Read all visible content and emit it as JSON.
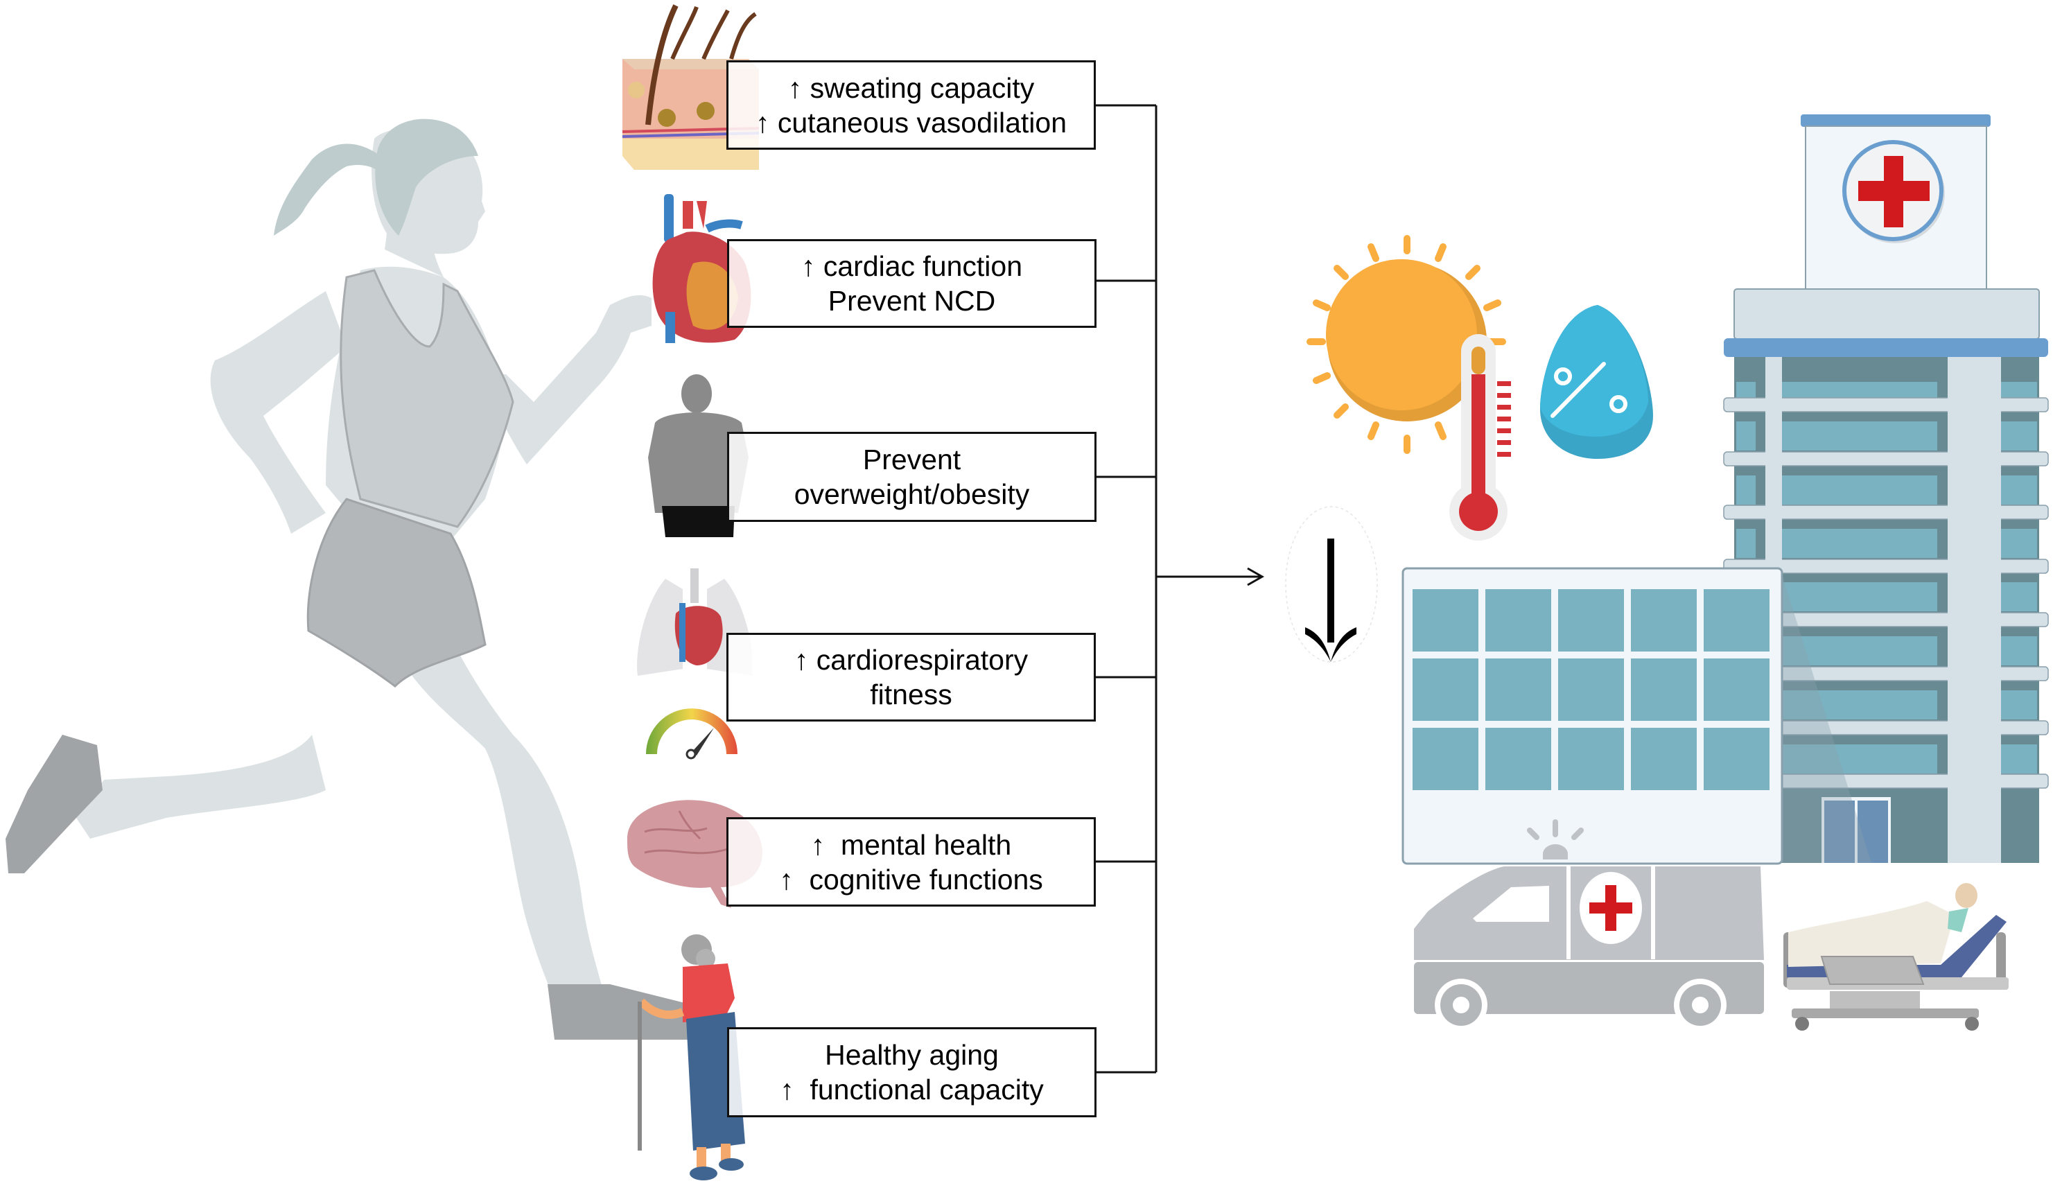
{
  "figure": {
    "left_subject": "runner-silhouette",
    "benefits": [
      {
        "icon": "skin-icon",
        "lines": [
          "↑ sweating capacity",
          "↑ cutaneous vasodilation"
        ]
      },
      {
        "icon": "heart-icon",
        "lines": [
          "↑ cardiac function",
          "Prevent NCD"
        ]
      },
      {
        "icon": "obese-person-icon",
        "lines": [
          "Prevent",
          "overweight/obesity"
        ]
      },
      {
        "icon": "lungs-gauge-icon",
        "lines": [
          "↑ cardiorespiratory",
          "fitness"
        ]
      },
      {
        "icon": "brain-icon",
        "lines": [
          "↑  mental health",
          "↑  cognitive functions"
        ]
      },
      {
        "icon": "elderly-woman-icon",
        "lines": [
          "Healthy aging",
          "↑  functional capacity"
        ]
      }
    ],
    "outcome": {
      "direction_symbol": "down-arrow",
      "heat_icons": [
        "sun-icon",
        "thermometer-icon",
        "humidity-drop-icon"
      ],
      "humidity_symbol": "%",
      "healthcare_icons": [
        "hospital-icon",
        "ambulance-icon",
        "hospital-bed-icon"
      ]
    },
    "colors": {
      "sun": "#F9AE3F",
      "sun_shade": "#E39E37",
      "thermo_red": "#D52F36",
      "drop": "#3FB8DC",
      "hospital_blue": "#6A9ECF",
      "window": "#7BB2C2",
      "cross_red": "#D11A1E",
      "ambulance_gray": "#BFC2C6",
      "runner_skin": "#DCE2E3",
      "runner_clothes": "#B3B7BA"
    }
  }
}
